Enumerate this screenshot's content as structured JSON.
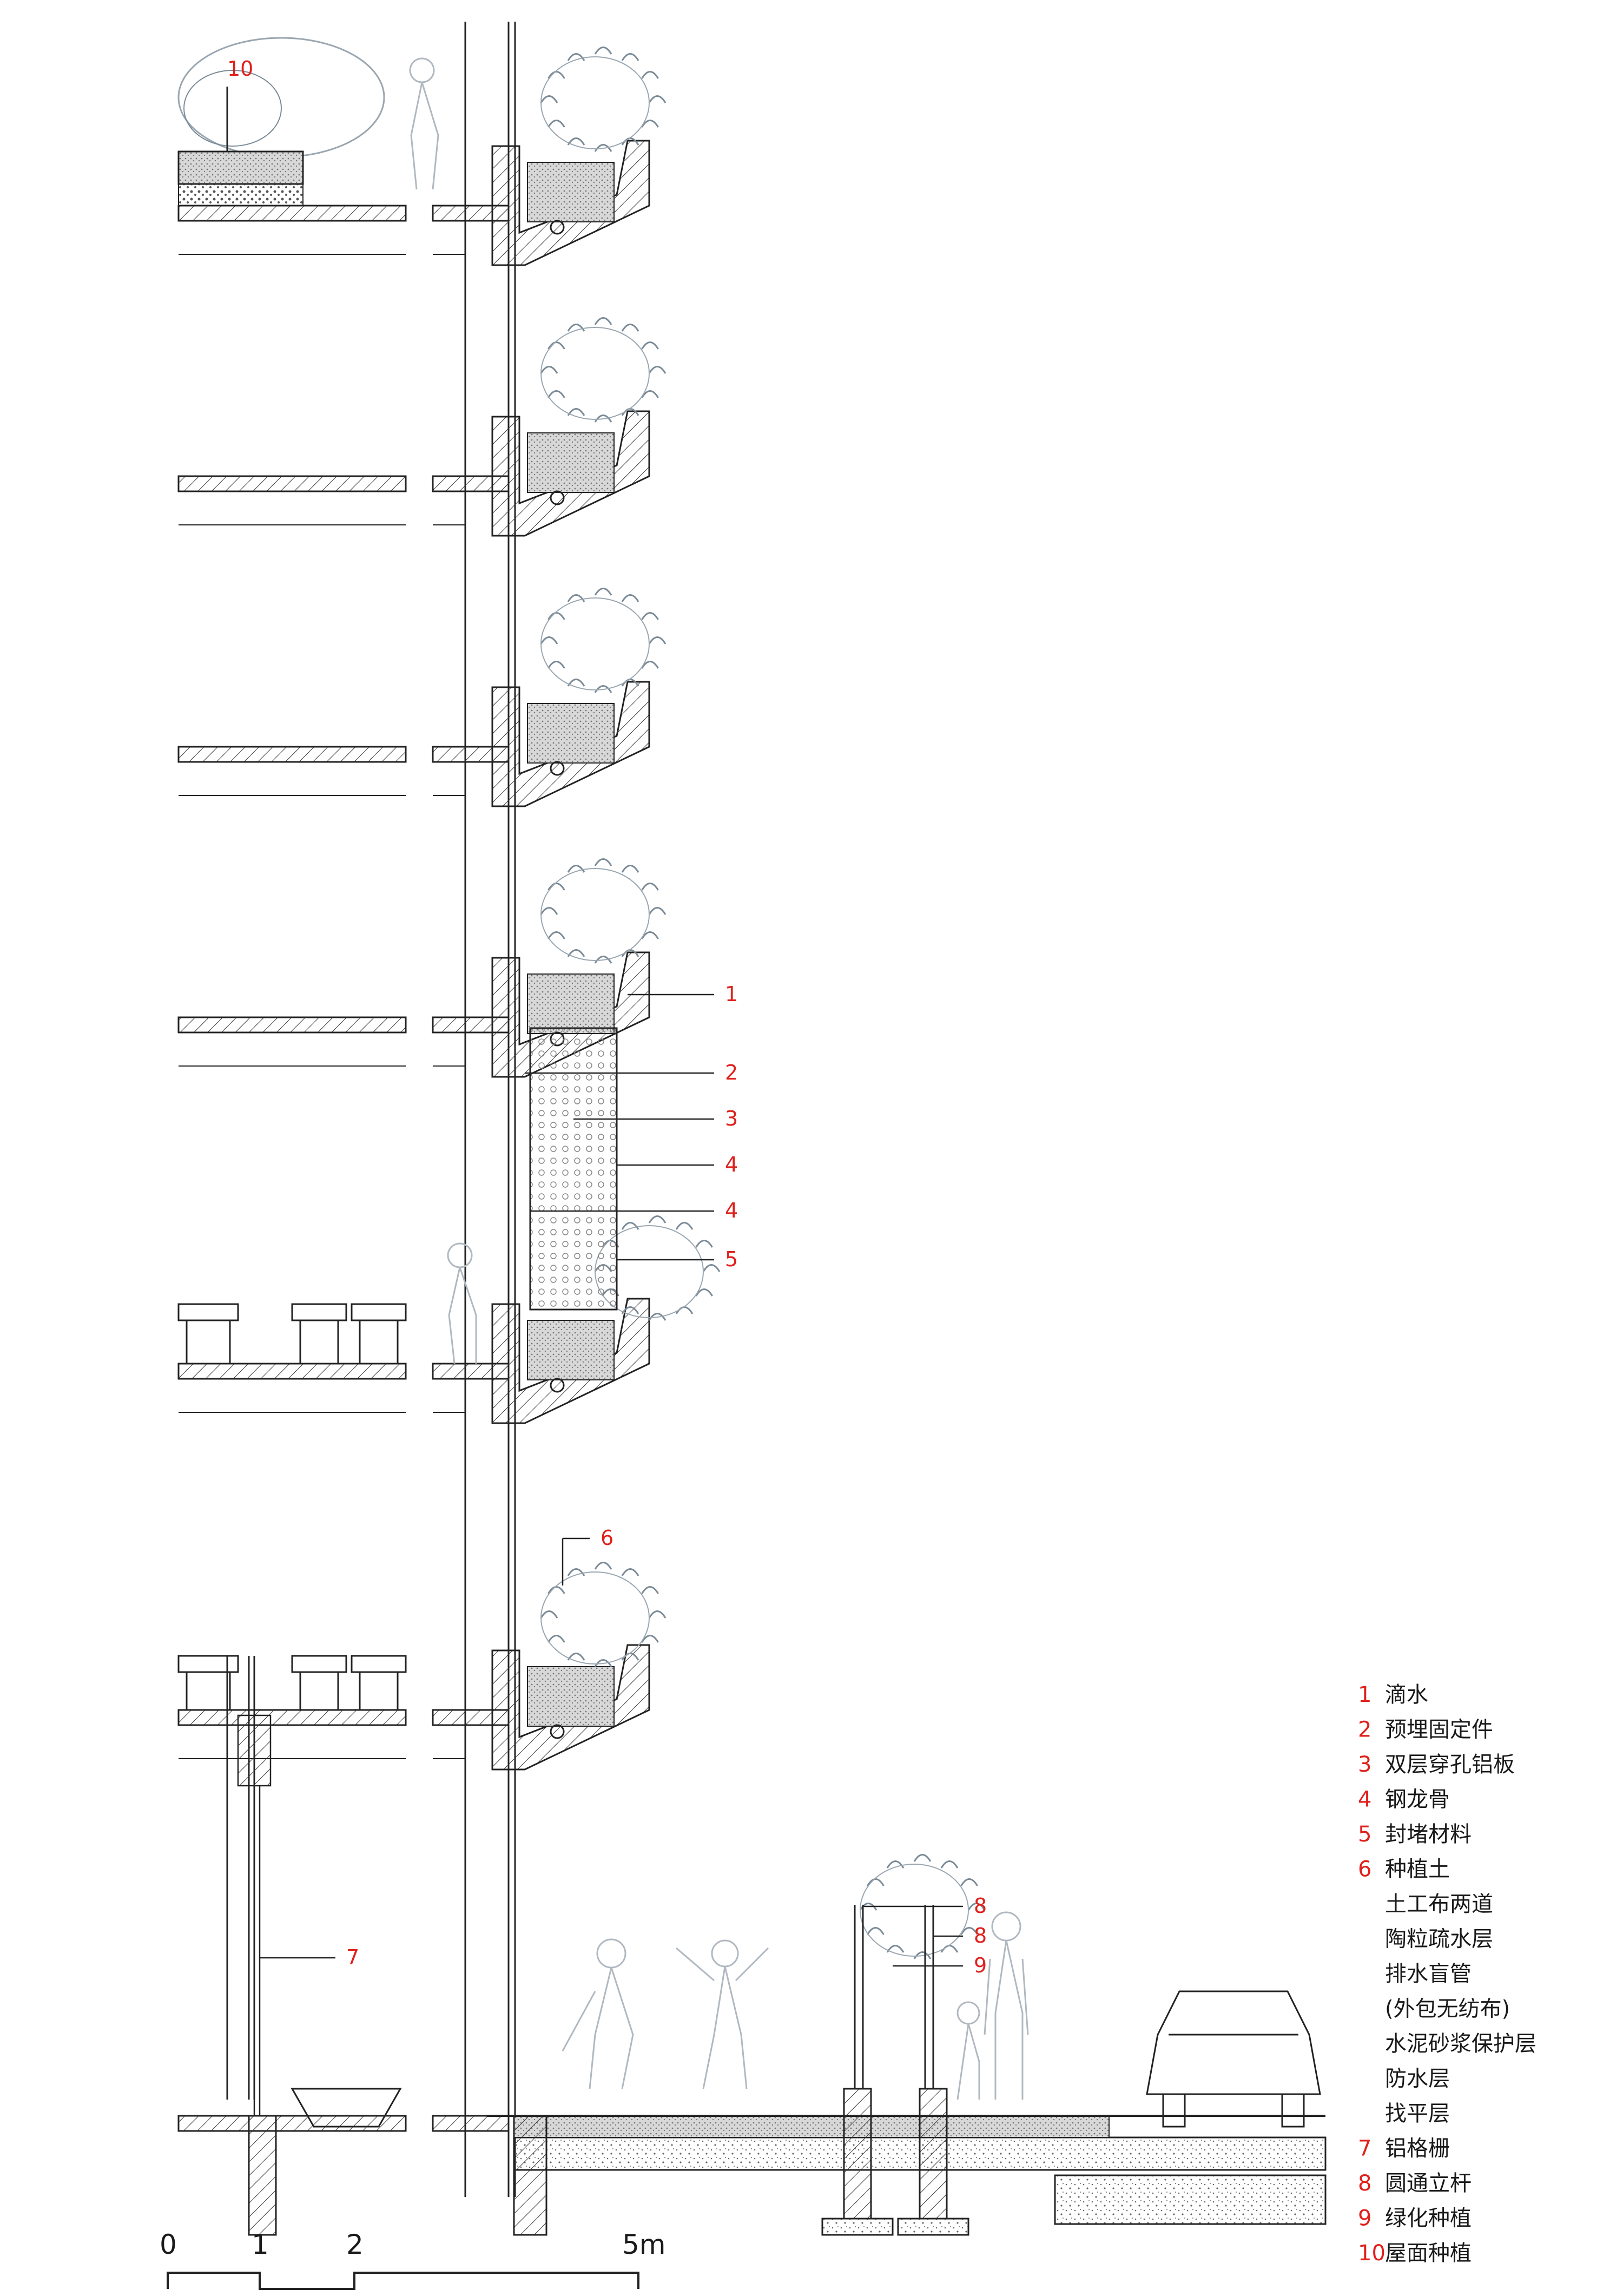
{
  "callouts": [
    {
      "n": "10"
    },
    {
      "n": "1"
    },
    {
      "n": "2"
    },
    {
      "n": "3"
    },
    {
      "n": "4"
    },
    {
      "n": "4"
    },
    {
      "n": "5"
    },
    {
      "n": "6"
    },
    {
      "n": "7"
    },
    {
      "n": "8"
    },
    {
      "n": "8"
    },
    {
      "n": "9"
    }
  ],
  "legend": [
    {
      "n": "1",
      "text": "滴水"
    },
    {
      "n": "2",
      "text": "预埋固定件"
    },
    {
      "n": "3",
      "text": "双层穿孔铝板"
    },
    {
      "n": "4",
      "text": "钢龙骨"
    },
    {
      "n": "5",
      "text": "封堵材料"
    },
    {
      "n": "6",
      "text": "种植土"
    },
    {
      "n": "",
      "text": "土工布两道"
    },
    {
      "n": "",
      "text": "陶粒疏水层"
    },
    {
      "n": "",
      "text": "排水盲管"
    },
    {
      "n": "",
      "text": "(外包无纺布)"
    },
    {
      "n": "",
      "text": "水泥砂浆保护层"
    },
    {
      "n": "",
      "text": "防水层"
    },
    {
      "n": "",
      "text": "找平层"
    },
    {
      "n": "7",
      "text": "铝格栅"
    },
    {
      "n": "8",
      "text": "圆通立杆"
    },
    {
      "n": "9",
      "text": "绿化种植"
    },
    {
      "n": "10",
      "text": "屋面种植"
    }
  ],
  "scale_bar": {
    "labels": [
      "0",
      "1",
      "2",
      "5m"
    ]
  },
  "colors": {
    "line": "#222222",
    "accent": "#e0201b",
    "vegetation": "#7a8a96"
  }
}
